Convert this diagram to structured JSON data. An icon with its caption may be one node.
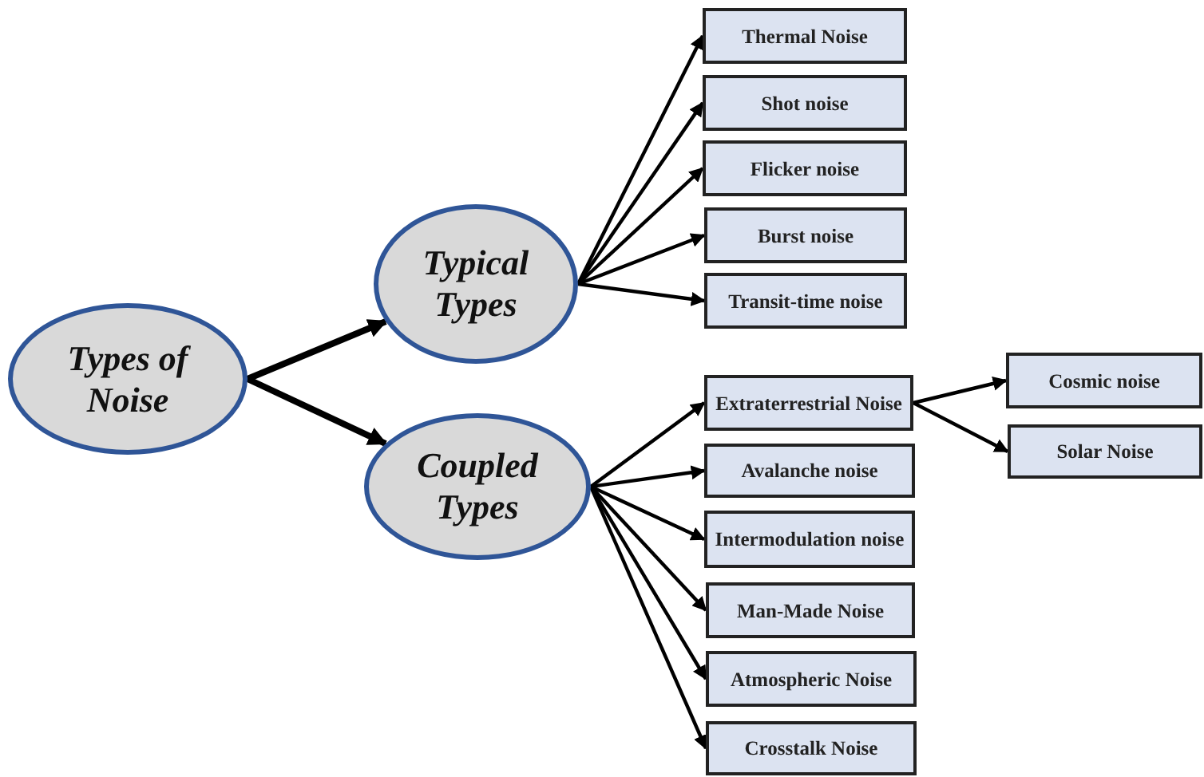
{
  "diagram": {
    "nodes": [
      {
        "text": [
          "Types of Noise"
        ]
      },
      {
        "text": [
          "Typical Types"
        ]
      },
      {
        "text": [
          "Coupled Types"
        ]
      },
      {
        "text": [
          "Thermal Noise"
        ]
      },
      {
        "text": [
          "Shot noise"
        ]
      },
      {
        "text": [
          "Flicker noise"
        ]
      },
      {
        "text": [
          "Burst noise"
        ]
      },
      {
        "text": [
          "Transit-time noise"
        ]
      },
      {
        "text": [
          "Extraterrestrial Noise"
        ]
      },
      {
        "text": [
          "Avalanche noise"
        ]
      },
      {
        "text": [
          "Intermodulation noise"
        ]
      },
      {
        "text": [
          "Man-Made Noise"
        ]
      },
      {
        "text": [
          "Atmospheric Noise"
        ]
      },
      {
        "text": [
          "Crosstalk Noise"
        ]
      },
      {
        "text": [
          "Cosmic noise"
        ]
      },
      {
        "text": [
          "Solar Noise"
        ]
      }
    ],
    "edges": [
      {
        "from": 0,
        "to": 1,
        "arrow": "to",
        "style": "thick"
      },
      {
        "from": 0,
        "to": 2,
        "arrow": "to",
        "style": "thick"
      },
      {
        "from": 1,
        "to": 3,
        "arrow": "to"
      },
      {
        "from": 1,
        "to": 4,
        "arrow": "to"
      },
      {
        "from": 1,
        "to": 5,
        "arrow": "to"
      },
      {
        "from": 1,
        "to": 6,
        "arrow": "to"
      },
      {
        "from": 1,
        "to": 7,
        "arrow": "to"
      },
      {
        "from": 2,
        "to": 8,
        "arrow": "to"
      },
      {
        "from": 2,
        "to": 9,
        "arrow": "to"
      },
      {
        "from": 2,
        "to": 10,
        "arrow": "to"
      },
      {
        "from": 2,
        "to": 11,
        "arrow": "to"
      },
      {
        "from": 2,
        "to": 12,
        "arrow": "to"
      },
      {
        "from": 2,
        "to": 13,
        "arrow": "to"
      },
      {
        "from": 8,
        "to": 14,
        "arrow": "to"
      },
      {
        "from": 8,
        "to": 15,
        "arrow": "to"
      }
    ]
  }
}
